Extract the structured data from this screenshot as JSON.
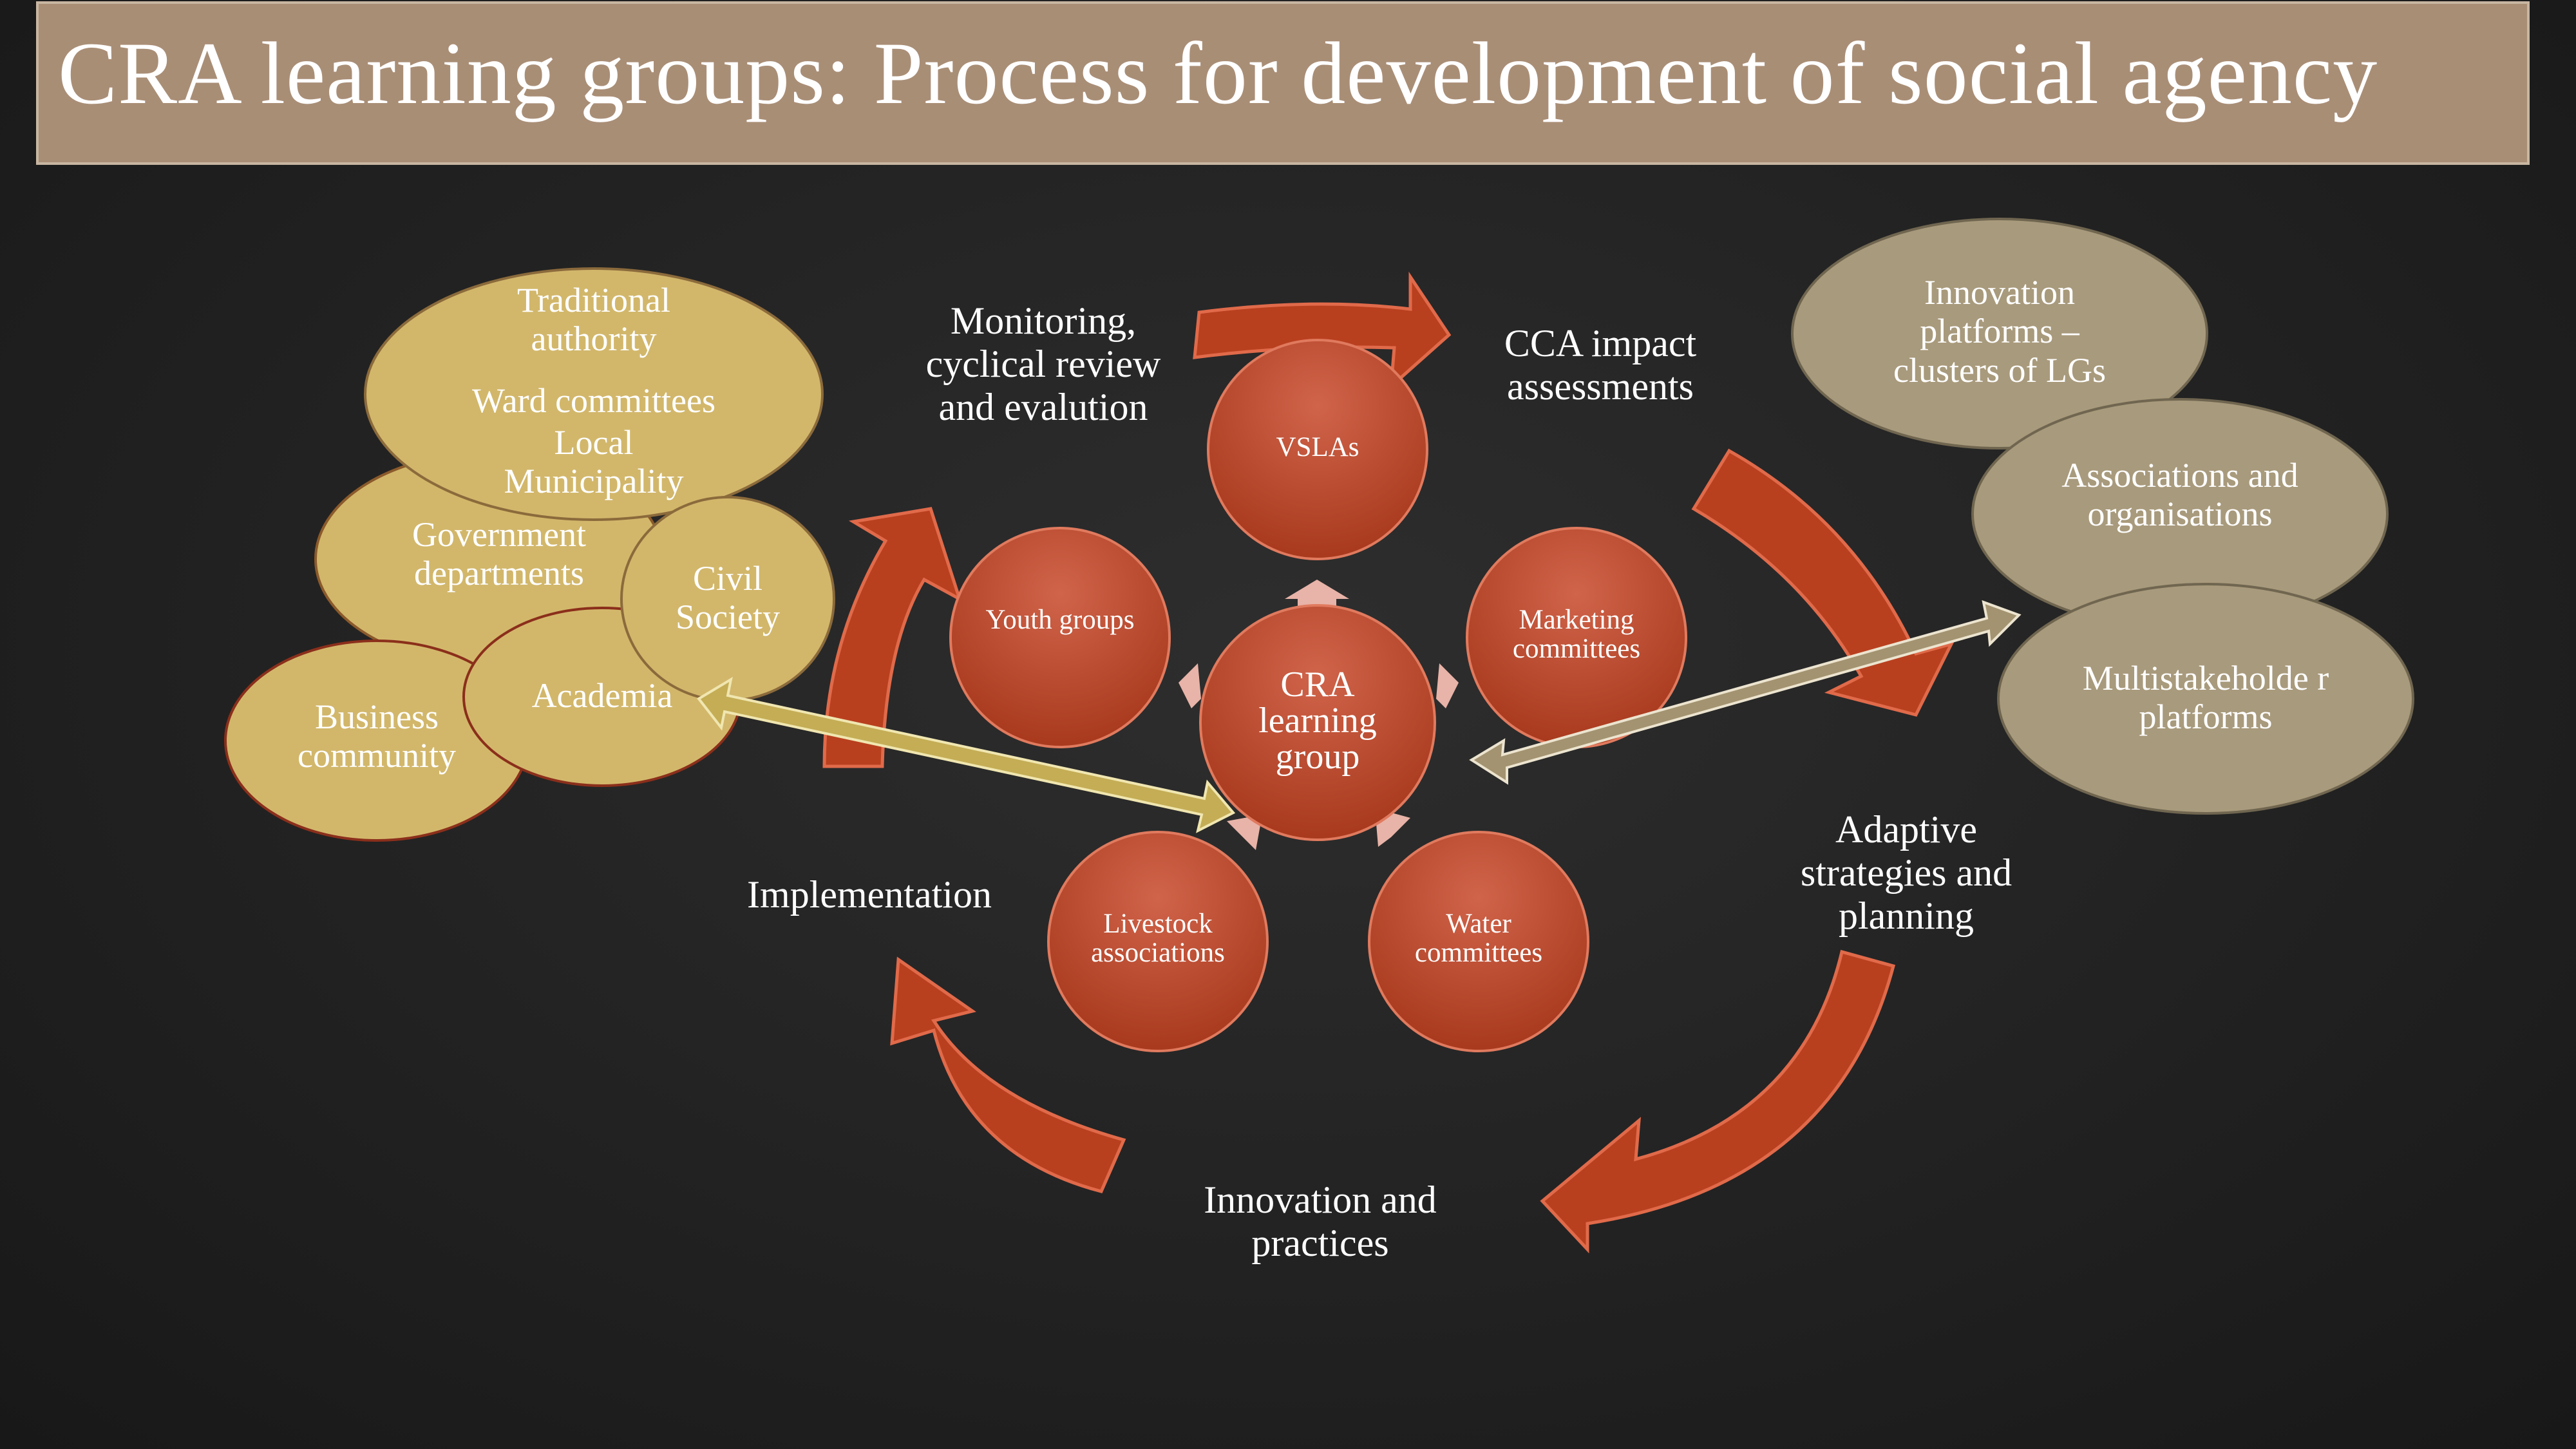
{
  "title": "CRA learning groups: Process for development of social agency",
  "cycle_stages": {
    "monitoring": "Monitoring, cyclical review and evalution",
    "impact": "CCA impact assessments",
    "adaptive": "Adaptive strategies and planning",
    "innovation": "Innovation and practices",
    "implementation": "Implementation"
  },
  "center_node": "CRA learning group",
  "member_nodes": {
    "vslas": "VSLAs",
    "marketing": "Marketing committees",
    "water": "Water committees",
    "livestock": "Livestock associations",
    "youth": "Youth groups"
  },
  "left_stakeholders": {
    "traditional": "Traditional authority",
    "ward": "Ward committees",
    "municipality": "Local Municipality",
    "government": "Government departments",
    "civil": "Civil Society",
    "academia": "Academia",
    "business": "Business community"
  },
  "right_stakeholders": {
    "innovation_platforms": "Innovation platforms – clusters of LGs",
    "associations": "Associations and organisations",
    "multistakeholder": "Multistakeholde r platforms"
  },
  "colors": {
    "title_bar": "#a98e76",
    "node_red": "#c0442a",
    "cycle_arrow": "#b9401f",
    "gold_ellipse": "#d2b76b",
    "tan_ellipse": "#a89a7c"
  }
}
